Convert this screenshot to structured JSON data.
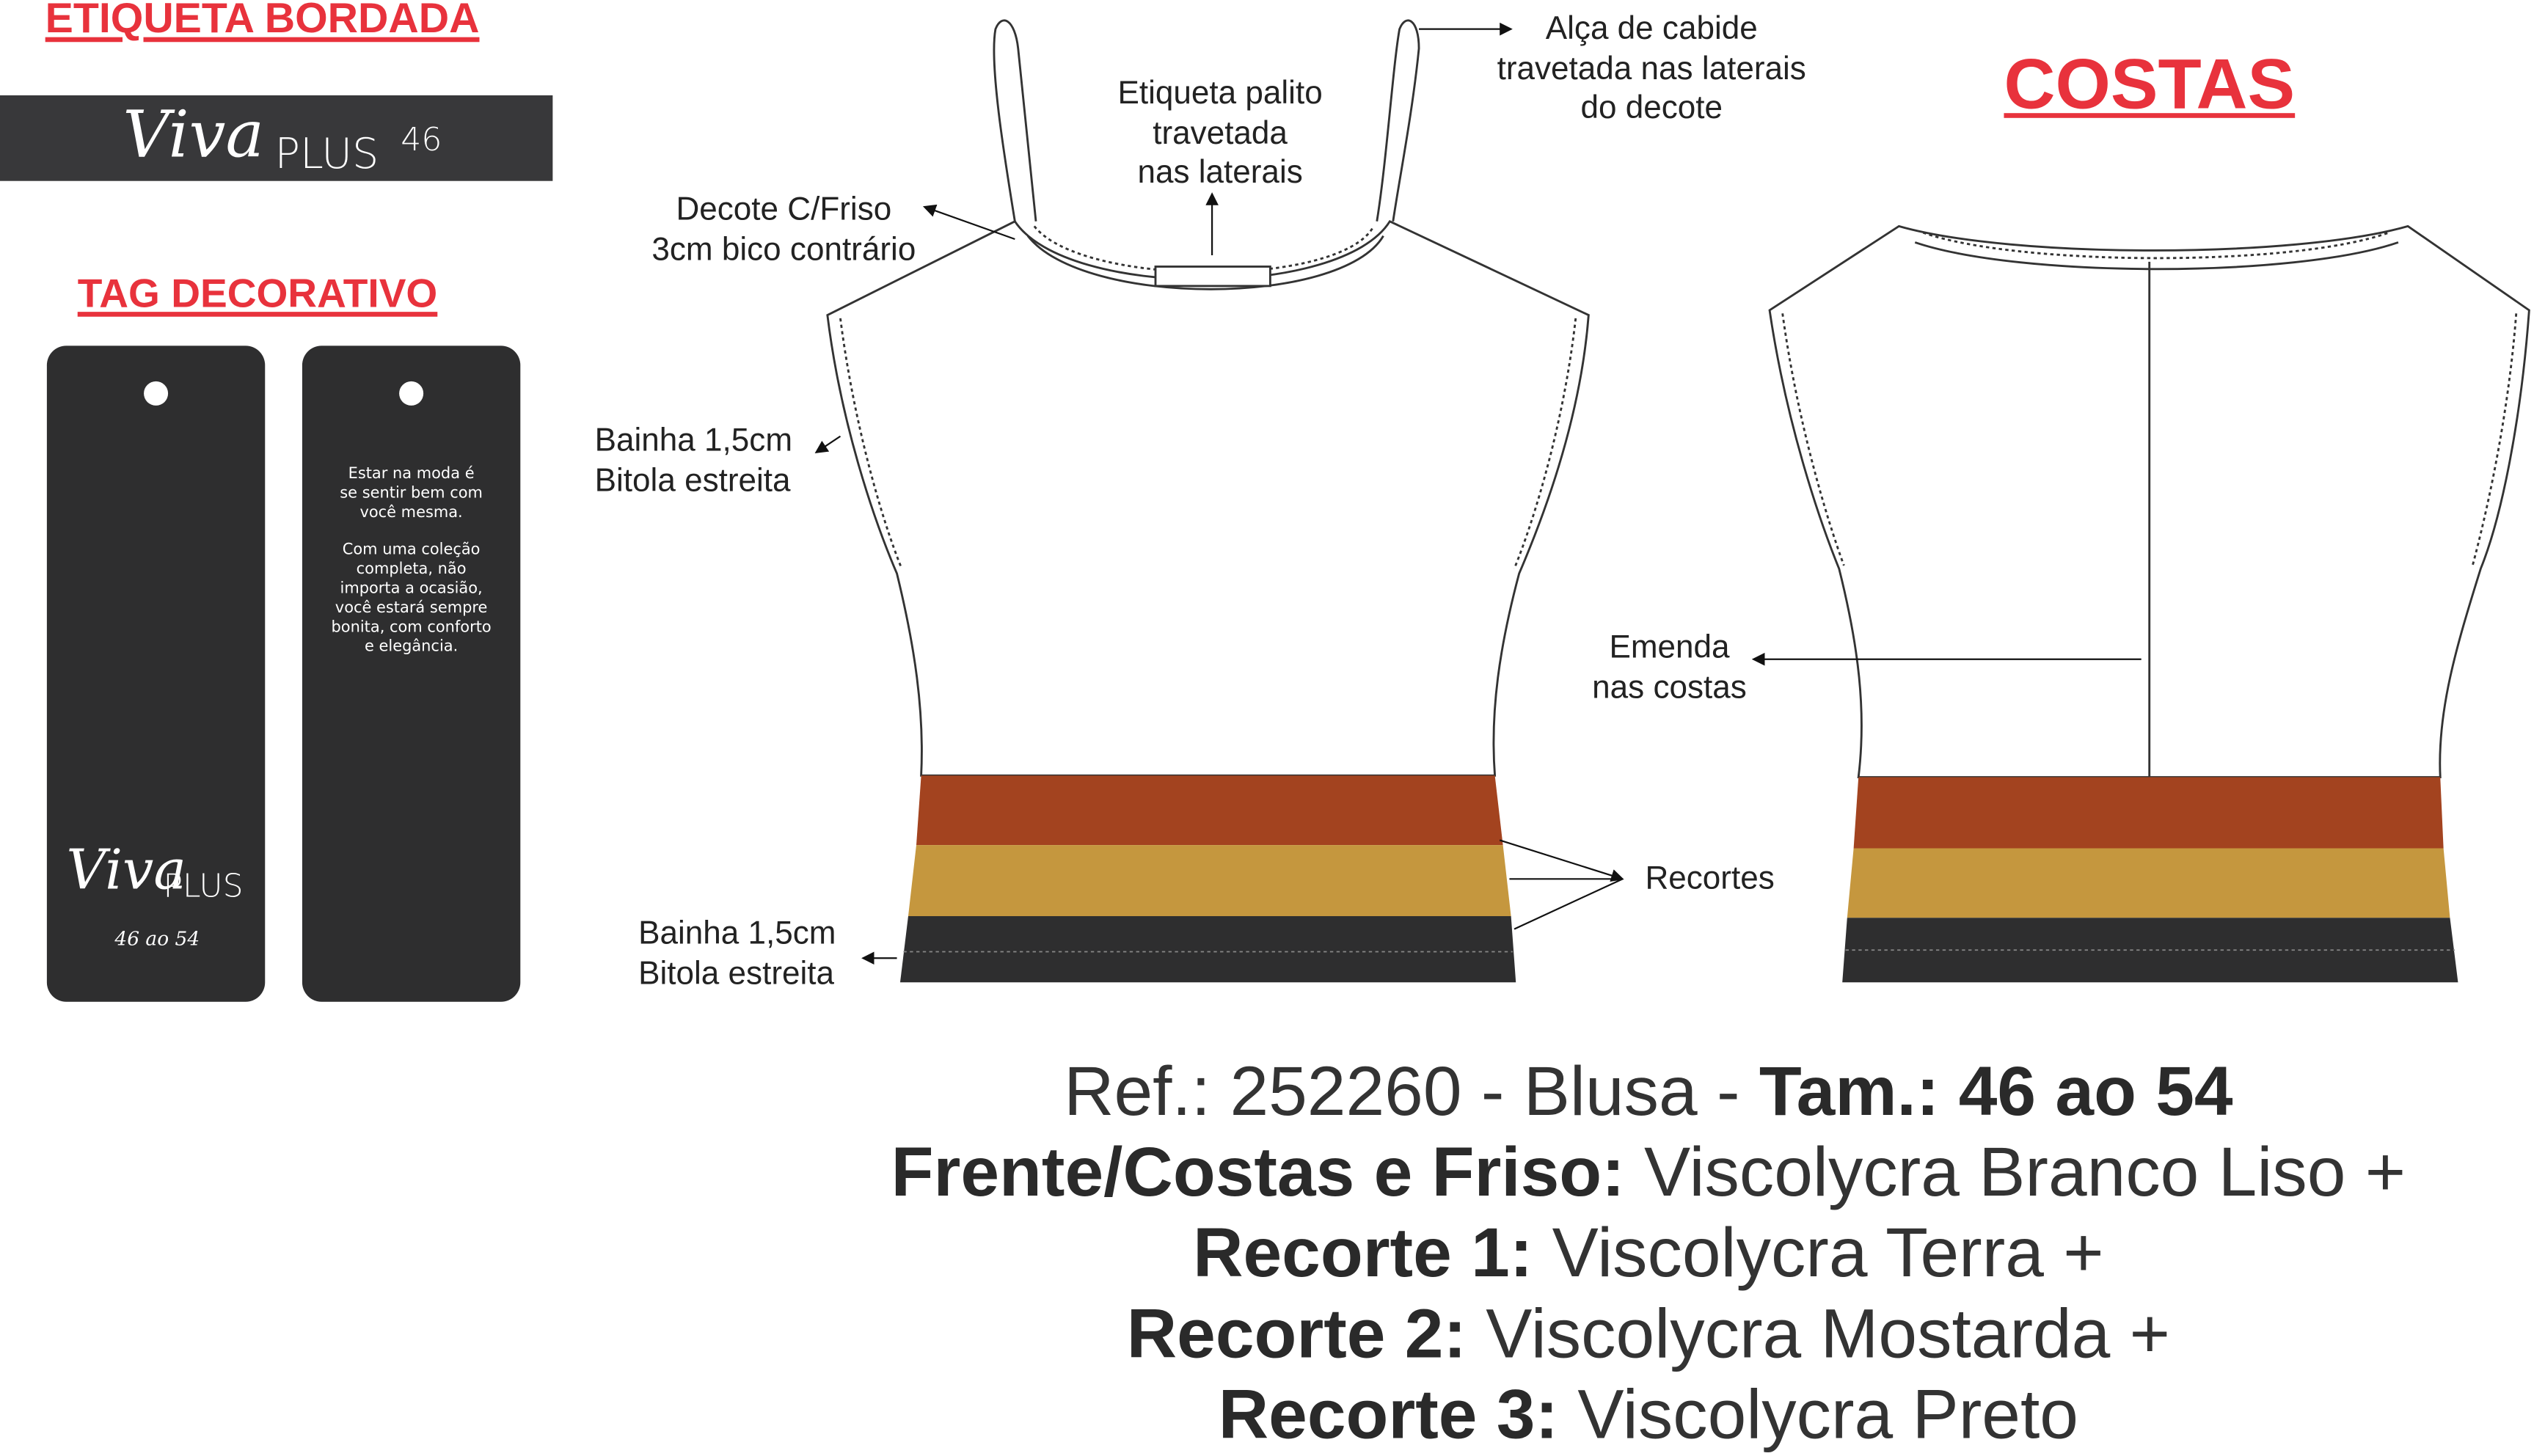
{
  "headings": {
    "etiqueta": "ETIQUETA BORDADA",
    "tag": "TAG DECORATIVO",
    "costas": "COSTAS"
  },
  "label": {
    "brand_script": "Viva",
    "brand_plus": "PLUS",
    "size": "46"
  },
  "tag_front": {
    "brand_script": "Viva",
    "brand_plus": "PLUS",
    "sizes": "46 ao 54"
  },
  "tag_back": {
    "paragraph1": "Estar na moda é se sentir bem com você mesma.",
    "paragraph2": "Com uma coleção completa, não importa a ocasião, você estará sempre bonita, com conforto e elegância."
  },
  "annotations": {
    "etiqueta_palito": [
      "Etiqueta palito",
      "travetada",
      "nas laterais"
    ],
    "alca": [
      "Alça de cabide",
      "travetada nas laterais",
      "do decote"
    ],
    "decote": [
      "Decote C/Friso",
      "3cm bico contrário"
    ],
    "bainha_manga": [
      "Bainha 1,5cm",
      "Bitola estreita"
    ],
    "emenda": [
      "Emenda",
      "nas costas"
    ],
    "recortes": "Recortes",
    "bainha_barra": [
      "Bainha 1,5cm",
      "Bitola estreita"
    ]
  },
  "spec": {
    "line1_prefix": "Ref.: 252260 - Blusa - ",
    "line1_bold": "Tam.: 46 ao 54",
    "line2_bold": "Frente/Costas e Friso:",
    "line2_text": " Viscolycra Branco Liso +",
    "line3_bold": "Recorte 1:",
    "line3_text": " Viscolycra Terra +",
    "line4_bold": "Recorte 2:",
    "line4_text": " Viscolycra Mostarda +",
    "line5_bold": "Recorte 3:",
    "line5_text": " Viscolycra Preto"
  },
  "colors": {
    "accent_red": "#e8323c",
    "terra": "#a3431f",
    "mostarda": "#c5973e",
    "preto": "#2e2e2f"
  }
}
